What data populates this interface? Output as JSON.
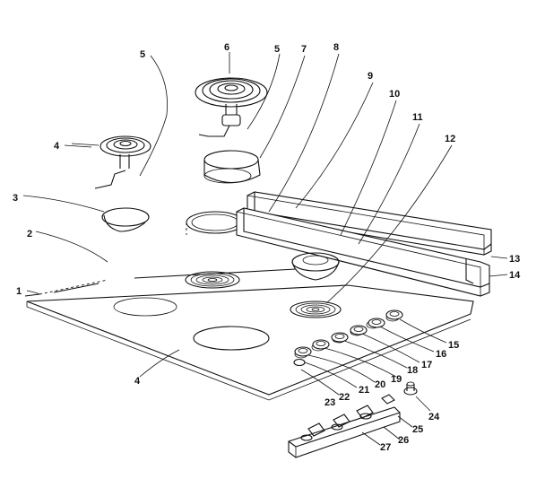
{
  "diagram": {
    "callouts": [
      {
        "id": "c1",
        "text": "1"
      },
      {
        "id": "c2",
        "text": "2"
      },
      {
        "id": "c3",
        "text": "3"
      },
      {
        "id": "c4a",
        "text": "4"
      },
      {
        "id": "c4b",
        "text": "4"
      },
      {
        "id": "c5a",
        "text": "5"
      },
      {
        "id": "c5b",
        "text": "5"
      },
      {
        "id": "c6",
        "text": "6"
      },
      {
        "id": "c7",
        "text": "7"
      },
      {
        "id": "c8",
        "text": "8"
      },
      {
        "id": "c9",
        "text": "9"
      },
      {
        "id": "c10",
        "text": "10"
      },
      {
        "id": "c11",
        "text": "11"
      },
      {
        "id": "c12",
        "text": "12"
      },
      {
        "id": "c13",
        "text": "13"
      },
      {
        "id": "c14",
        "text": "14"
      },
      {
        "id": "c15",
        "text": "15"
      },
      {
        "id": "c16",
        "text": "16"
      },
      {
        "id": "c17",
        "text": "17"
      },
      {
        "id": "c18",
        "text": "18"
      },
      {
        "id": "c19",
        "text": "19"
      },
      {
        "id": "c20",
        "text": "20"
      },
      {
        "id": "c21",
        "text": "21"
      },
      {
        "id": "c22",
        "text": "22"
      },
      {
        "id": "c23",
        "text": "23"
      },
      {
        "id": "c24",
        "text": "24"
      },
      {
        "id": "c25",
        "text": "25"
      },
      {
        "id": "c26",
        "text": "26"
      },
      {
        "id": "c27",
        "text": "27"
      }
    ]
  }
}
